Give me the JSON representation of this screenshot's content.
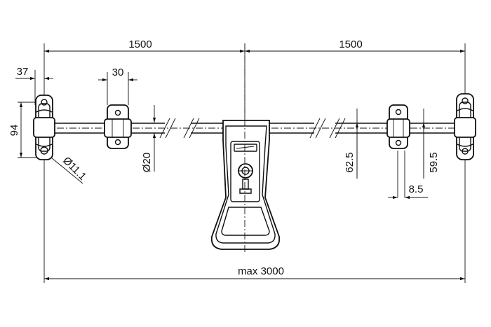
{
  "drawing": {
    "dimensions": {
      "left_half": "1500",
      "right_half": "1500",
      "bracket_offset": "37",
      "bracket_width": "30",
      "bracket_height": "94",
      "hole_diameter": "Ø11.1",
      "rod_diameter": "Ø20",
      "offset_62_5": "62.5",
      "offset_59_5": "59.5",
      "gap": "8.5",
      "total_length": "max 3000"
    }
  }
}
